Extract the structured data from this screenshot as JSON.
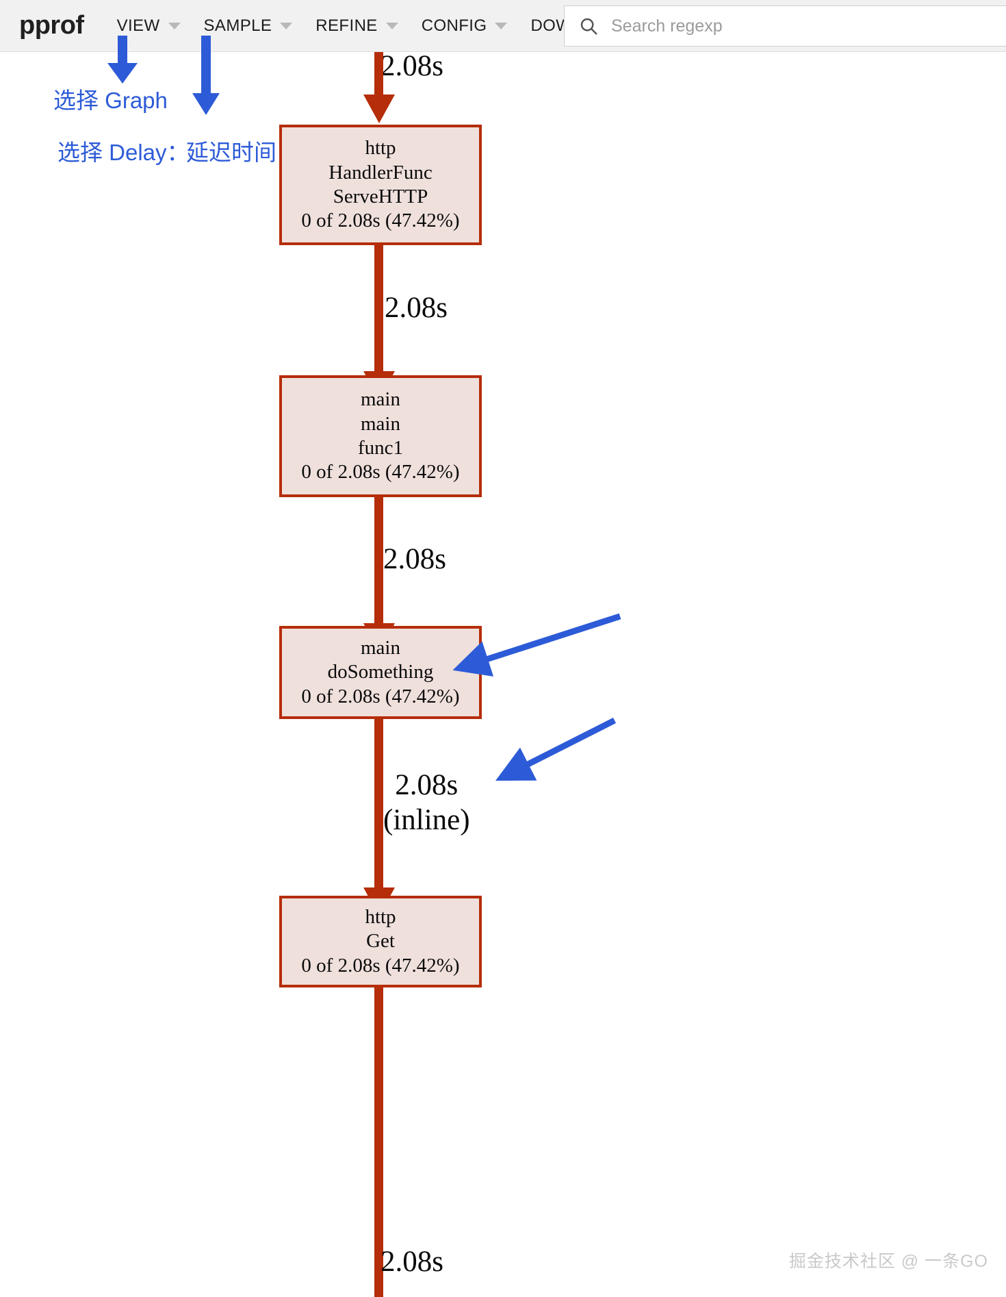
{
  "toolbar": {
    "brand": "pprof",
    "menus": [
      {
        "label": "VIEW",
        "has_caret": true
      },
      {
        "label": "SAMPLE",
        "has_caret": true
      },
      {
        "label": "REFINE",
        "has_caret": true
      },
      {
        "label": "CONFIG",
        "has_caret": true
      },
      {
        "label": "DOWNLOAD",
        "has_caret": false
      }
    ],
    "search": {
      "placeholder": "Search regexp",
      "value": "",
      "icon": "search-icon"
    }
  },
  "annotations": {
    "line1": "选择 Graph",
    "line2_label": "选择 Delay：",
    "line2_value": "延迟时间",
    "color": "#2d5bd7",
    "arrows": [
      {
        "name": "arrow-to-view-menu",
        "direction": "down"
      },
      {
        "name": "arrow-to-sample-menu",
        "direction": "down"
      },
      {
        "name": "arrow-to-dosomething-node",
        "direction": "down-left"
      },
      {
        "name": "arrow-to-inline-edge-label",
        "direction": "down-left"
      }
    ]
  },
  "graph": {
    "top_partial_label": "2.08s",
    "bottom_partial_label": "2.08s",
    "node_fill": "#efe0dc",
    "node_border": "#b52d09",
    "edge_color": "#b52d09",
    "nodes": [
      {
        "id": "http-handlerfunc-servehttp",
        "lines": [
          "http",
          "HandlerFunc",
          "ServeHTTP",
          "0 of 2.08s (47.42%)"
        ]
      },
      {
        "id": "main-main-func1",
        "lines": [
          "main",
          "main",
          "func1",
          "0 of 2.08s (47.42%)"
        ]
      },
      {
        "id": "main-dosomething",
        "lines": [
          "main",
          "doSomething",
          "0 of 2.08s (47.42%)"
        ]
      },
      {
        "id": "http-get",
        "lines": [
          "http",
          "Get",
          "0 of 2.08s (47.42%)"
        ]
      }
    ],
    "edges": [
      {
        "id": "edge-into-servehttp",
        "label": "2.08s"
      },
      {
        "id": "edge-servehttp-to-func1",
        "label": "2.08s"
      },
      {
        "id": "edge-func1-to-dosomething",
        "label": "2.08s"
      },
      {
        "id": "edge-dosomething-to-get",
        "label": "2.08s",
        "label2": "(inline)"
      },
      {
        "id": "edge-out-of-get",
        "label": "2.08s"
      }
    ]
  },
  "watermark": "掘金技术社区 @ 一条GO"
}
